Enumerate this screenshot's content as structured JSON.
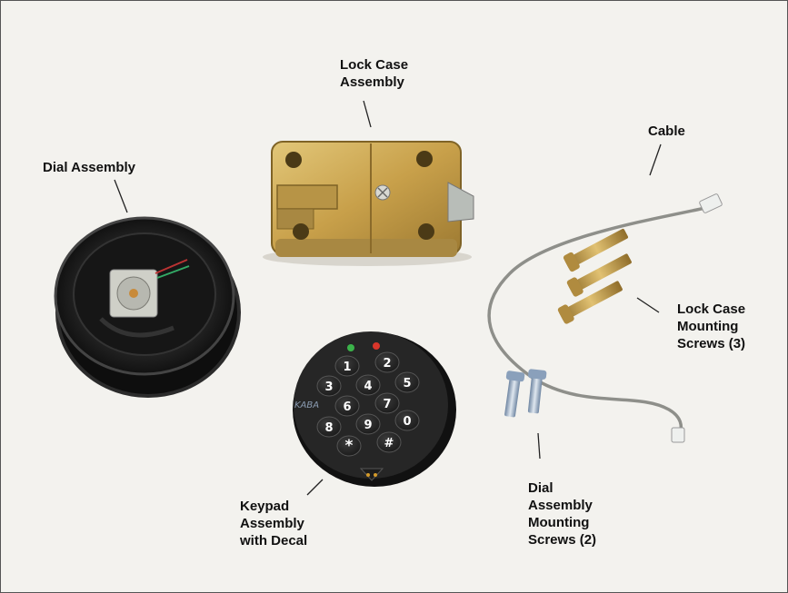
{
  "labels": {
    "lock_case": "Lock Case\nAssembly",
    "dial_assembly": "Dial Assembly",
    "cable": "Cable",
    "lock_case_screws": "Lock Case\nMounting\nScrews (3)",
    "dial_assembly_screws": "Dial\nAssembly\nMounting\nScrews (2)",
    "keypad": "Keypad\nAssembly\nwith Decal"
  },
  "keypad": {
    "keys": [
      "1",
      "2",
      "3",
      "4",
      "5",
      "6",
      "7",
      "8",
      "9",
      "0",
      "*",
      "#"
    ],
    "brand": "KABA"
  },
  "colors": {
    "background": "#f3f2ee",
    "brass": "#c9a451",
    "keypad_body": "#2a2a2a",
    "cable": "#9a9a94",
    "led_green": "#3bb34a",
    "led_red": "#d9362b"
  }
}
